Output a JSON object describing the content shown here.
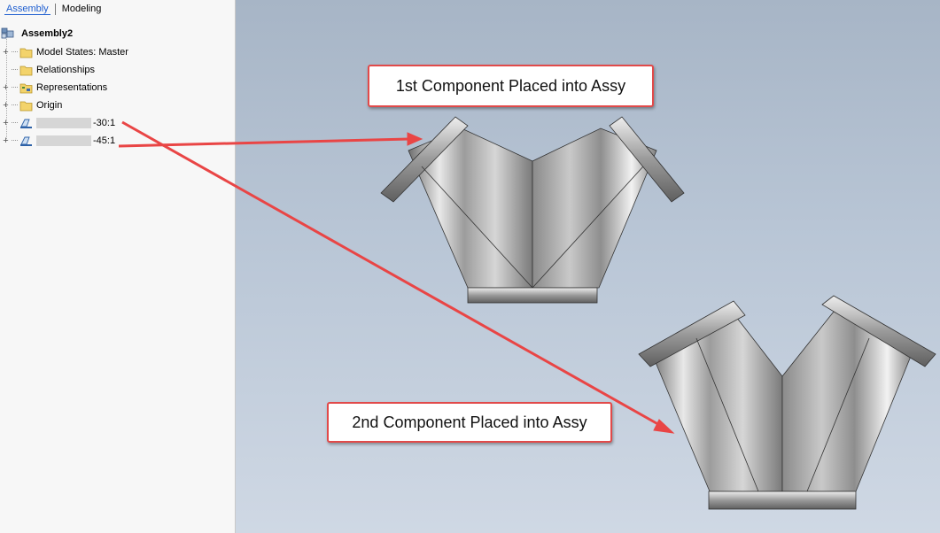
{
  "tabs": {
    "assembly": "Assembly",
    "modeling": "Modeling"
  },
  "tree": {
    "root": "Assembly2",
    "items": [
      {
        "label": "Model States: Master",
        "icon": "folder-icon",
        "expandable": true
      },
      {
        "label": "Relationships",
        "icon": "folder-icon",
        "expandable": false
      },
      {
        "label": "Representations",
        "icon": "representations-folder-icon",
        "expandable": true
      },
      {
        "label": "Origin",
        "icon": "folder-icon",
        "expandable": true
      },
      {
        "label": "-30:1",
        "icon": "part-icon",
        "expandable": true
      },
      {
        "label": "-45:1",
        "icon": "part-icon",
        "expandable": true
      }
    ]
  },
  "callouts": {
    "first": "1st Component Placed into Assy",
    "second": "2nd Component Placed into Assy"
  },
  "colors": {
    "arrow": "#e94545",
    "accent": "#1f5fd0",
    "callout_border": "#e14a4a"
  }
}
